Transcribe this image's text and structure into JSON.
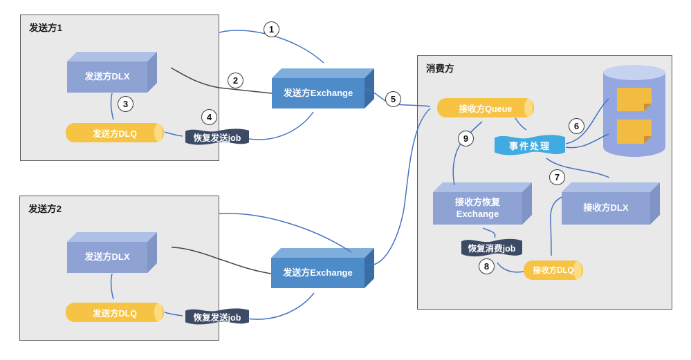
{
  "groups": {
    "sender1": {
      "title": "发送方1"
    },
    "sender2": {
      "title": "发送方2"
    },
    "consumer": {
      "title": "消费方"
    }
  },
  "nodes": {
    "sender1_dlx": {
      "label": "发送方DLX"
    },
    "sender1_dlq": {
      "label": "发送方DLQ"
    },
    "sender1_job": {
      "label": "恢复发送job"
    },
    "exchange1": {
      "label": "发送方Exchange"
    },
    "sender2_dlx": {
      "label": "发送方DLX"
    },
    "sender2_dlq": {
      "label": "发送方DLQ"
    },
    "sender2_job": {
      "label": "恢复发送job"
    },
    "exchange2": {
      "label": "发送方Exchange"
    },
    "receiver_queue": {
      "label": "接收方Queue"
    },
    "event_handler": {
      "label": "事件处理"
    },
    "receiver_recover_exchange": {
      "label": "接收方恢复\nExchange"
    },
    "receiver_dlx": {
      "label": "接收方DLX"
    },
    "receiver_job": {
      "label": "恢复消费job"
    },
    "receiver_dlq": {
      "label": "接收方DLQ"
    }
  },
  "steps": [
    "1",
    "2",
    "3",
    "4",
    "5",
    "6",
    "7",
    "8",
    "9"
  ],
  "colors": {
    "arrow_blue": "#4472C4",
    "arrow_gray": "#454545",
    "box_light_blue_front": "#8EA3D4",
    "box_light_blue_top": "#AFC0E6",
    "box_light_blue_side": "#8194C6",
    "exchange_front": "#4E8BC9",
    "exchange_top": "#7FAEDC",
    "exchange_side": "#3B6DA5",
    "cylinder_yellow": "#F6C344",
    "ribbon_navy": "#3C4A66",
    "wave_blue": "#41ABE1",
    "db_body": "#95A7E0",
    "db_top": "#C7D2F0",
    "doc_yellow": "#F2BC41",
    "group_background": "#E9E9E9"
  }
}
